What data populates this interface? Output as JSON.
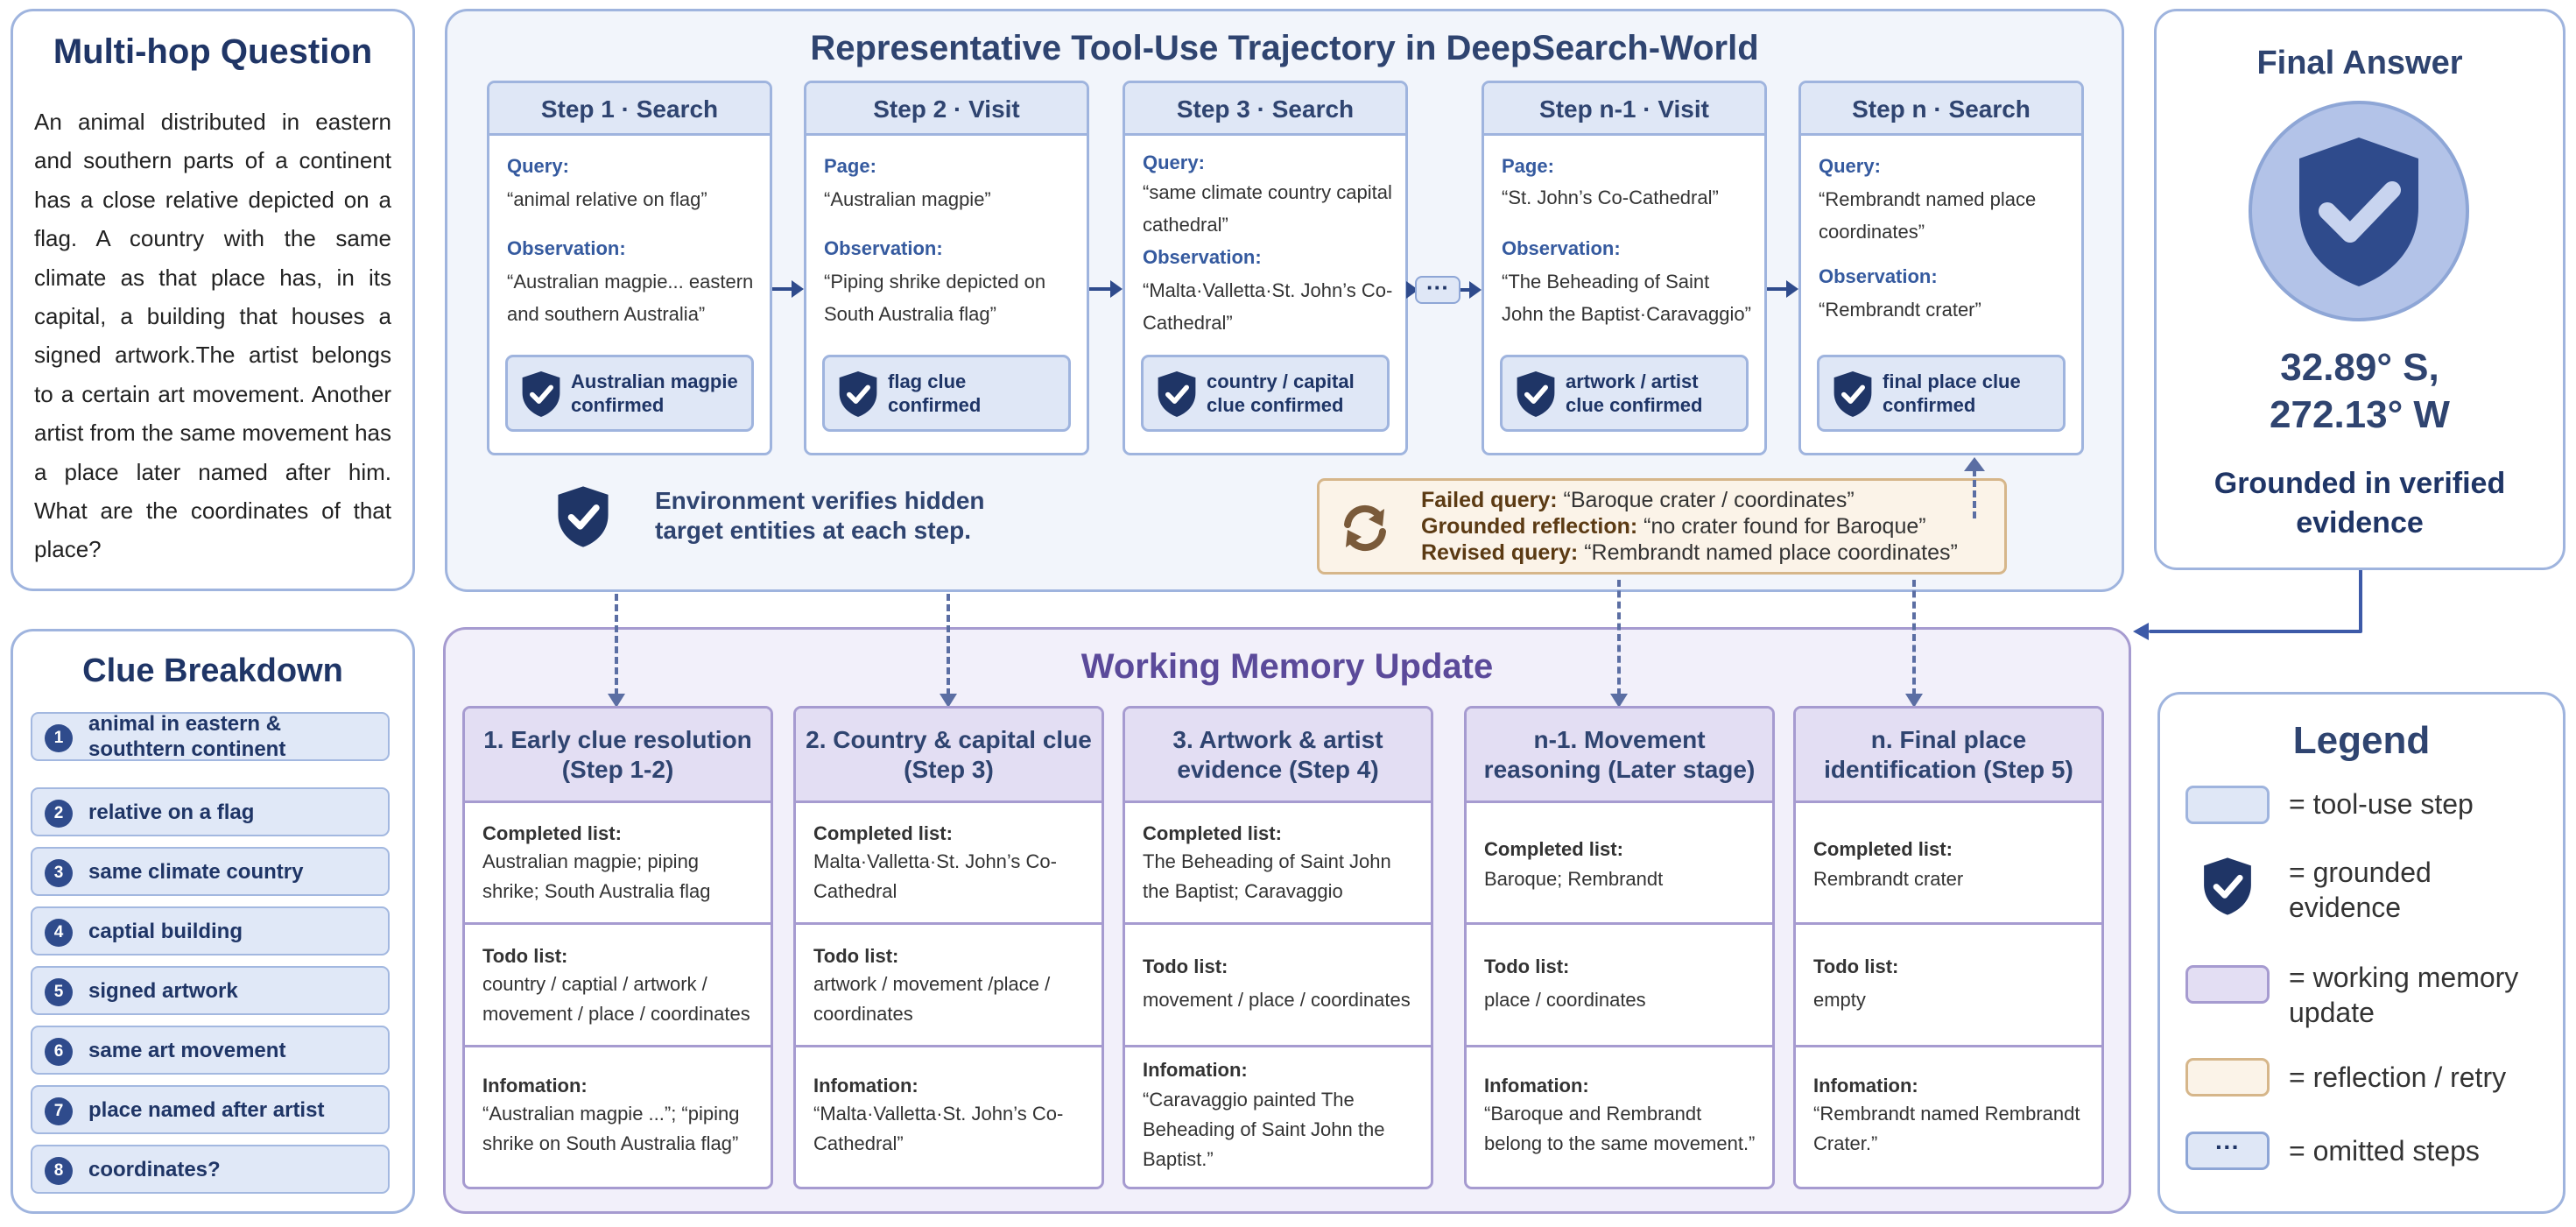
{
  "question": {
    "title": "Multi-hop Question",
    "text": "An animal distributed in eastern and southern parts of a continent has a close relative depicted on a flag. A country with the same climate as that place has, in its capital, a building that houses a signed artwork.The artist belongs to a certain art movement. Another artist from the same movement has a place later named after him. What are the coordinates of that place?"
  },
  "clues": {
    "title": "Clue Breakdown",
    "items": [
      {
        "num": "1",
        "text": "animal in eastern & southtern continent"
      },
      {
        "num": "2",
        "text": "relative on a flag"
      },
      {
        "num": "3",
        "text": "same climate country"
      },
      {
        "num": "4",
        "text": "captial building"
      },
      {
        "num": "5",
        "text": "signed artwork"
      },
      {
        "num": "6",
        "text": "same art movement"
      },
      {
        "num": "7",
        "text": "place named after artist"
      },
      {
        "num": "8",
        "text": "coordinates?"
      }
    ]
  },
  "trajectory": {
    "title": "Representative Tool-Use Trajectory in DeepSearch-World",
    "steps": [
      {
        "title": "Step 1 · Search",
        "field_label": "Query:",
        "field_value": "“animal relative on flag”",
        "obs_label": "Observation:",
        "obs_value": "“Australian magpie... eastern and southern Australia”",
        "confirm": "Australian magpie confirmed"
      },
      {
        "title": "Step 2 · Visit",
        "field_label": "Page:",
        "field_value": "“Australian magpie”",
        "obs_label": "Observation:",
        "obs_value": "“Piping shrike depicted on South Australia flag”",
        "confirm": "flag clue confirmed"
      },
      {
        "title": "Step 3 · Search",
        "field_label": "Query:",
        "field_value": "“same climate country capital cathedral”",
        "obs_label": "Observation:",
        "obs_value": "“Malta·Valletta·St. John’s Co-Cathedral”",
        "confirm": "country / capital clue confirmed"
      },
      {
        "title": "Step n-1 · Visit",
        "field_label": "Page:",
        "field_value": "“St. John’s Co-Cathedral”",
        "obs_label": "Observation:",
        "obs_value": "“The Beheading of Saint John the Baptist·Caravaggio”",
        "confirm": "artwork / artist clue confirmed"
      },
      {
        "title": "Step n · Search",
        "field_label": "Query:",
        "field_value": "“Rembrandt named place coordinates”",
        "obs_label": "Observation:",
        "obs_value": "“Rembrandt crater”",
        "confirm": "final place clue confirmed"
      }
    ],
    "dots": "···",
    "env_text": "Environment verifies hidden target entities at each step.",
    "reflection": {
      "failed_label": "Failed query:",
      "failed_value": " “Baroque crater / coordinates”",
      "grounded_label": "Grounded reflection:",
      "grounded_value": " “no crater found for Baroque”",
      "revised_label": "Revised query:",
      "revised_value": " “Rembrandt named place coordinates”"
    }
  },
  "final": {
    "title": "Final Answer",
    "coord_line1": "32.89° S,",
    "coord_line2": "272.13° W",
    "grounded": "Grounded in verified evidence"
  },
  "memory": {
    "title": "Working Memory Update",
    "columns": [
      {
        "title": "1. Early clue resolution (Step 1-2)",
        "completed_label": "Completed list:",
        "completed": "Australian magpie; piping shrike; South Australia flag",
        "todo_label": "Todo list:",
        "todo": "country / captial / artwork / movement / place / coordinates",
        "info_label": "Infomation:",
        "info": "“Australian magpie ...”; “piping shrike on South Australia flag”"
      },
      {
        "title": "2. Country & capital clue (Step 3)",
        "completed_label": "Completed list:",
        "completed": "Malta·Valletta·St. John’s Co-Cathedral",
        "todo_label": "Todo list:",
        "todo": "artwork / movement /place / coordinates",
        "info_label": "Infomation:",
        "info": "“Malta·Valletta·St. John’s Co-Cathedral”"
      },
      {
        "title": "3. Artwork & artist evidence (Step 4)",
        "completed_label": "Completed list:",
        "completed": "The Beheading of Saint John the Baptist; Caravaggio",
        "todo_label": "Todo list:",
        "todo": "movement / place / coordinates",
        "info_label": "Infomation:",
        "info": "“Caravaggio painted The Beheading of Saint John the Baptist.”"
      },
      {
        "title": "n-1. Movement reasoning (Later stage)",
        "completed_label": "Completed list:",
        "completed": "Baroque; Rembrandt",
        "todo_label": "Todo list:",
        "todo": "place / coordinates",
        "info_label": "Infomation:",
        "info": "“Baroque and Rembrandt belong to the same movement.”"
      },
      {
        "title": "n. Final place identification (Step 5)",
        "completed_label": "Completed list:",
        "completed": "Rembrandt crater",
        "todo_label": "Todo list:",
        "todo": "empty",
        "info_label": "Infomation:",
        "info": "“Rembrandt named Rembrandt Crater.”"
      }
    ]
  },
  "legend": {
    "title": "Legend",
    "tool_use": "= tool-use step",
    "grounded": "= grounded evidence",
    "memory": "= working memory update",
    "reflection": "= reflection / retry",
    "omitted": "= omitted steps",
    "omitted_swatch": "···"
  },
  "colors": {
    "step_fill": "#dfe7f6",
    "memory_fill": "#e3def3",
    "reflection_fill": "#fbf3e8",
    "shield_dark": "#1f3566",
    "accent": "#2f4b8c"
  }
}
